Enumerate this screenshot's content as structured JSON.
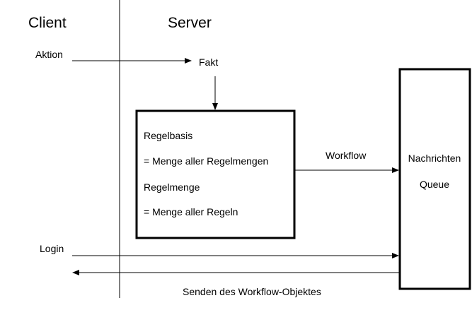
{
  "columns": {
    "client": "Client",
    "server": "Server"
  },
  "flow": {
    "aktion": "Aktion",
    "fakt": "Fakt",
    "workflow": "Workflow",
    "login": "Login",
    "senden": "Senden des Workflow-Objektes"
  },
  "rule_box": {
    "lines": [
      "Regelbasis",
      "= Menge aller Regelmengen",
      "Regelmenge",
      "= Menge aller Regeln"
    ]
  },
  "queue_box": {
    "line1": "Nachrichten",
    "line2": "Queue"
  }
}
